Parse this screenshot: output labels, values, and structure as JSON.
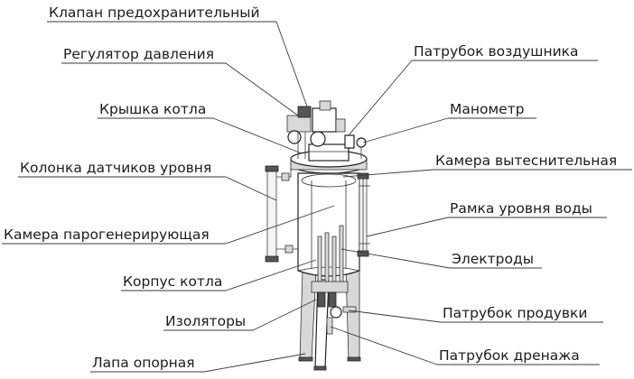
{
  "labels": {
    "safety_valve": "Клапан предохранительный",
    "pressure_regulator": "Регулятор давления",
    "boiler_lid": "Крышка котла",
    "level_sensor_column": "Колонка датчиков уровня",
    "steam_chamber": "Камера парогенерирующая",
    "boiler_body": "Корпус котла",
    "insulators": "Изоляторы",
    "support_leg": "Лапа опорная",
    "vent_pipe": "Патрубок воздушника",
    "manometer": "Манометр",
    "displacement_chamber": "Камера вытеснительная",
    "water_level_frame": "Рамка уровня воды",
    "electrodes": "Электроды",
    "blowdown_pipe": "Патрубок продувки",
    "drain_pipe": "Патрубок дренажа"
  }
}
